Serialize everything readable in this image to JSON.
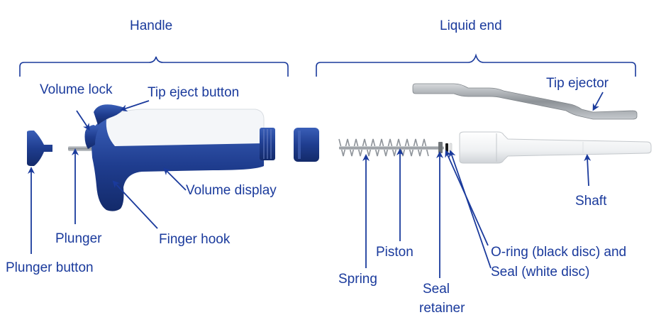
{
  "colors": {
    "label": "#1a3a9c",
    "bracket": "#1a3a9c",
    "handle_blue": "#1f3d8f",
    "handle_white": "#f4f6f9",
    "metal": "#9ea3a8"
  },
  "groups": {
    "handle": "Handle",
    "liquid_end": "Liquid end"
  },
  "labels": {
    "volume_lock": "Volume lock",
    "tip_eject_button": "Tip eject button",
    "tip_ejector": "Tip ejector",
    "volume_display": "Volume display",
    "shaft": "Shaft",
    "plunger": "Plunger",
    "finger_hook": "Finger hook",
    "piston": "Piston",
    "oring_line1": "O-ring (black disc) and",
    "oring_line2": "Seal (white disc)",
    "plunger_button": "Plunger button",
    "spring": "Spring",
    "seal_retainer_line1": "Seal",
    "seal_retainer_line2": "retainer"
  }
}
